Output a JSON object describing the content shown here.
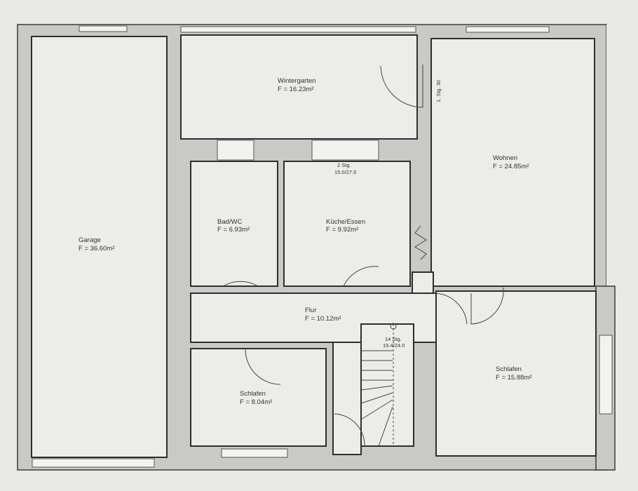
{
  "rooms": [
    {
      "id": "garage",
      "name": "Garage",
      "area": "F = 36.60m²"
    },
    {
      "id": "wintergarten",
      "name": "Wintergarten",
      "area": "F = 16.23m²"
    },
    {
      "id": "wohnen",
      "name": "Wohnen",
      "area": "F = 24.85m²"
    },
    {
      "id": "bad",
      "name": "Bad/WC",
      "area": "F = 6.93m²"
    },
    {
      "id": "kueche",
      "name": "Küche/Essen",
      "area": "F = 9.92m²"
    },
    {
      "id": "flur",
      "name": "Flur",
      "area": "F = 10.12m²"
    },
    {
      "id": "schlafen-small",
      "name": "Schlafen",
      "area": "F = 8.04m²"
    },
    {
      "id": "schlafen-large",
      "name": "Schlafen",
      "area": "F = 15.88m²"
    }
  ],
  "stairs": [
    {
      "steps": "1. Stg. 30"
    },
    {
      "steps": "2 Stg.",
      "ratio": "15.0/27.5"
    },
    {
      "steps": "14 Stg.",
      "ratio": "19.4/24.0"
    }
  ]
}
